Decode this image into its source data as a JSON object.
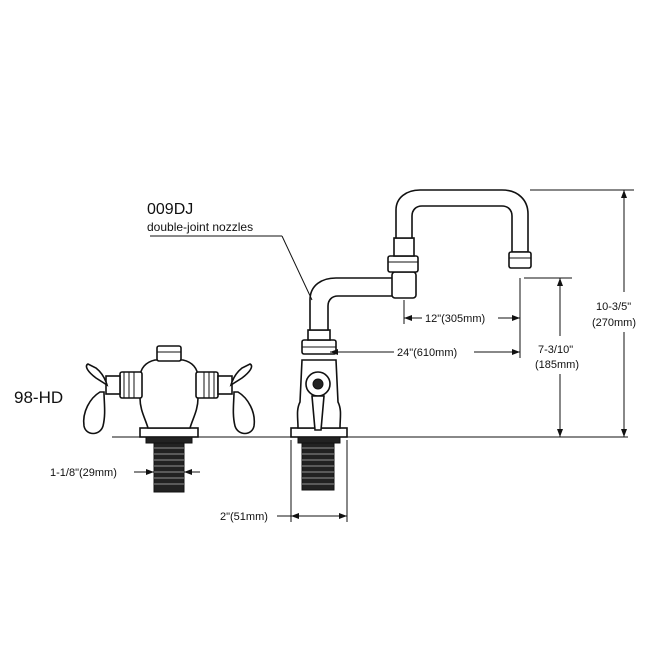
{
  "labels": {
    "model_main": "009DJ",
    "model_main_desc": "double-joint nozzles",
    "model_side": "98-HD",
    "dim_12": "12\"(305mm)",
    "dim_24": "24\"(610mm)",
    "dim_7_3_10_a": "7-3/10\"",
    "dim_7_3_10_b": "(185mm)",
    "dim_10_3_5_a": "10-3/5\"",
    "dim_10_3_5_b": "(270mm)",
    "dim_1_1_8": "1-1/8\"(29mm)",
    "dim_2": "2\"(51mm)"
  }
}
